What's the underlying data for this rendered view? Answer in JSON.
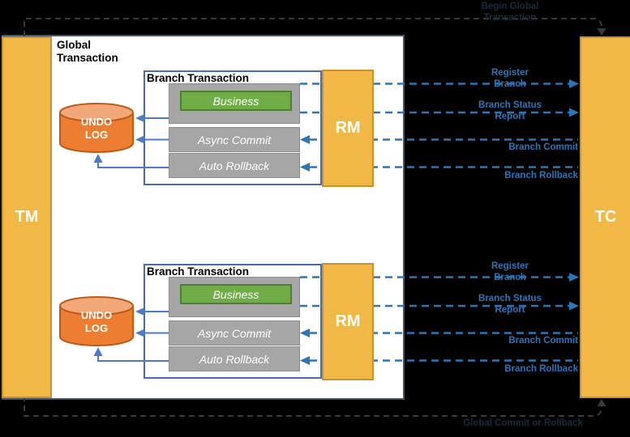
{
  "colors": {
    "background": "#000000",
    "actor_fill": "#F2B846",
    "actor_border": "#C9912F",
    "frame_border": "#44546A",
    "branch_border": "#4A6DA7",
    "gray_fill": "#A6A6A6",
    "business_fill": "#70AD47",
    "business_border": "#507E32",
    "undo_fill": "#ED7D31",
    "undo_top": "#F2A878",
    "undo_border": "#BC5B17",
    "solid_arrow_blue": "#4E7CC4",
    "message_blue": "#2E75B6",
    "global_flow_dash": "#3A3A3A"
  },
  "actors": {
    "tm": "TM",
    "tc": "TC"
  },
  "global_transaction": {
    "title": "Global Transaction"
  },
  "tm_tc_flows": {
    "begin": "Begin Global Transaction",
    "finish": "Global Commit or Rollback"
  },
  "branches": [
    {
      "title": "Branch Transaction",
      "business": "Business",
      "async_commit": "Async Commit",
      "auto_rollback": "Auto Rollback",
      "undo_log": "UNDO LOG",
      "rm": "RM",
      "messages": {
        "register": "Register Branch",
        "status_report": "Branch Status Report",
        "commit": "Branch Commit",
        "rollback": "Branch Rollback"
      }
    },
    {
      "title": "Branch Transaction",
      "business": "Business",
      "async_commit": "Async Commit",
      "auto_rollback": "Auto Rollback",
      "undo_log": "UNDO LOG",
      "rm": "RM",
      "messages": {
        "register": "Register Branch",
        "status_report": "Branch Status Report",
        "commit": "Branch Commit",
        "rollback": "Branch Rollback"
      }
    }
  ]
}
